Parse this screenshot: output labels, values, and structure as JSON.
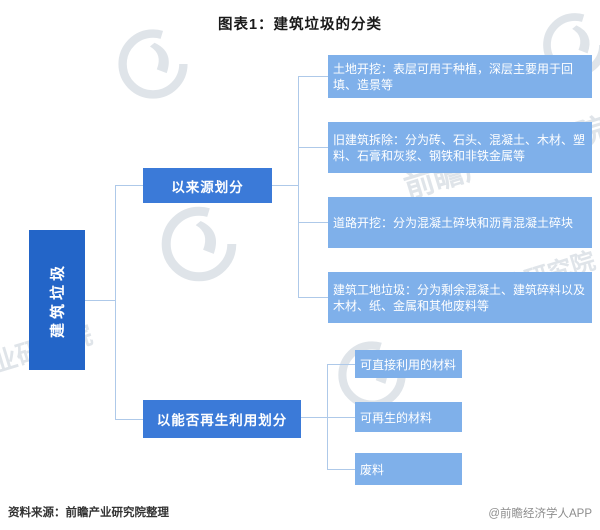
{
  "title": "图表1：建筑垃圾的分类",
  "root": {
    "label": "建筑垃圾"
  },
  "branches": [
    {
      "label": "以来源划分",
      "children": [
        "土地开挖：表层可用于种植，深层主要用于回填、造景等",
        "旧建筑拆除：分为砖、石头、混凝土、木材、塑料、石膏和灰浆、钢铁和非铁金属等",
        "道路开挖：分为混凝土碎块和沥青混凝土碎块",
        "建筑工地垃圾：分为剩余混凝土、建筑碎料以及木材、纸、金属和其他废料等"
      ]
    },
    {
      "label": "以能否再生利用划分",
      "children": [
        "可直接利用的材料",
        "可再生的材料",
        "废料"
      ]
    }
  ],
  "footer": {
    "source": "资料来源：前瞻产业研究院整理",
    "credit": "@前瞻经济学人APP"
  },
  "watermark": {
    "text": "前瞻产业研究院",
    "text_partial": "业研究院"
  },
  "colors": {
    "root_box": "#2365c8",
    "branch_box": "#3b7ad8",
    "leaf_box": "#7fb0ea",
    "connector": "#aec9e9",
    "watermark": "#dfe4e9"
  }
}
